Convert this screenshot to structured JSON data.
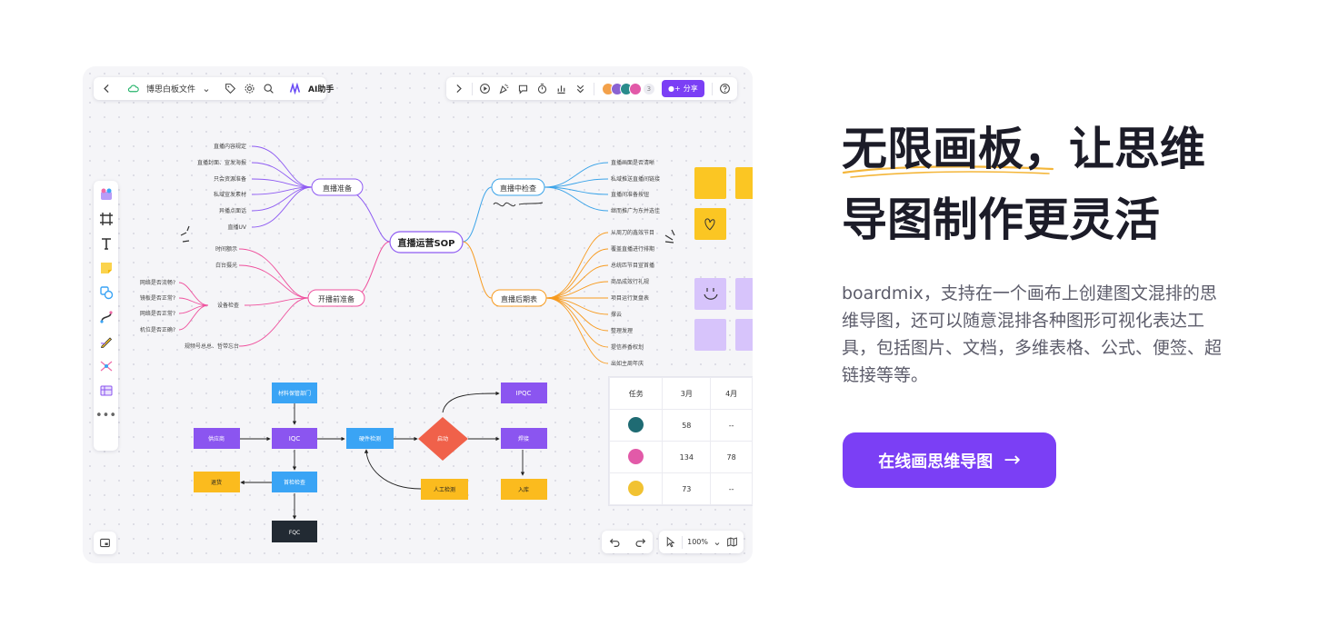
{
  "toolbar": {
    "file_name": "博思白板文件",
    "ai_label": "AI助手",
    "collaborator_count": "3",
    "share_label": "分享",
    "zoom_level": "100%"
  },
  "mindmap": {
    "center": "直播运营SOP",
    "branches": {
      "prep": "直播准备",
      "check": "直播中检查",
      "open": "开播前准备",
      "post": "直播后期表"
    },
    "prep_leaves": [
      "直播内容规定",
      "直播封面、宣发海报",
      "只会资源准备",
      "私域宣发素材",
      "异播点面话",
      "直播UV"
    ],
    "check_leaves": [
      "直播画面是否清晰",
      "私域推送直播间链接",
      "直播间准备按钮",
      "继而推广为东并选佳"
    ],
    "open_leaves": [
      "时间额示",
      "白台摄光",
      "设备检查",
      "规频号总总、哲带忘台"
    ],
    "device_leaves": [
      "网络是否流畅?",
      "镜板是否正常?",
      "网络是否正常?",
      "机位是否正确?"
    ],
    "post_leaves": [
      "从周刀的鑫效节目",
      "覆盖直播进行排期",
      "总统匹节目宣首播",
      "商品成效行礼规",
      "项目运行复盘表",
      "撑云",
      "整理发理",
      "提信养香权划",
      "出如主周年庆"
    ]
  },
  "flowchart": {
    "dept": "材料保管部门",
    "supplier": "供应商",
    "iqc": "IQC",
    "hardware": "硬件检测",
    "decision": "启动",
    "ipqc": "IPQC",
    "weld": "焊接",
    "manual": "人工检测",
    "final_check": "首检检查",
    "fqc": "FQC",
    "return": "退货",
    "storage": "入库"
  },
  "table": {
    "headers": [
      "任务",
      "3月",
      "4月"
    ],
    "rows": [
      {
        "m3": "58",
        "m4": "--",
        "avatar_color": "#1f6b73"
      },
      {
        "m3": "134",
        "m4": "78",
        "avatar_color": "#e25aa8"
      },
      {
        "m3": "73",
        "m4": "--",
        "avatar_color": "#f1c232"
      }
    ]
  },
  "headline": {
    "line1": "无限画板，让思维",
    "line2": "导图制作更灵活"
  },
  "description": "boardmix，支持在一个画布上创建图文混排的思维导图，还可以随意混排各种图形可视化表达工具，包括图片、文档，多维表格、公式、便签、超链接等等。",
  "cta": {
    "label": "在线画思维导图",
    "arrow": "→"
  },
  "colors": {
    "accent": "#7b3ff5",
    "mind_purple": "#8e5bf2",
    "mind_blue": "#3aa3e8",
    "mind_pink": "#ef4f9c",
    "mind_orange": "#f79a1e",
    "flow_blue": "#3aa4f5",
    "flow_purple": "#8b55f0",
    "flow_orange": "#fbbb1e",
    "flow_red": "#f0614a",
    "sticky_yellow": "#fbc623",
    "sticky_purple": "#d7c4fb"
  }
}
